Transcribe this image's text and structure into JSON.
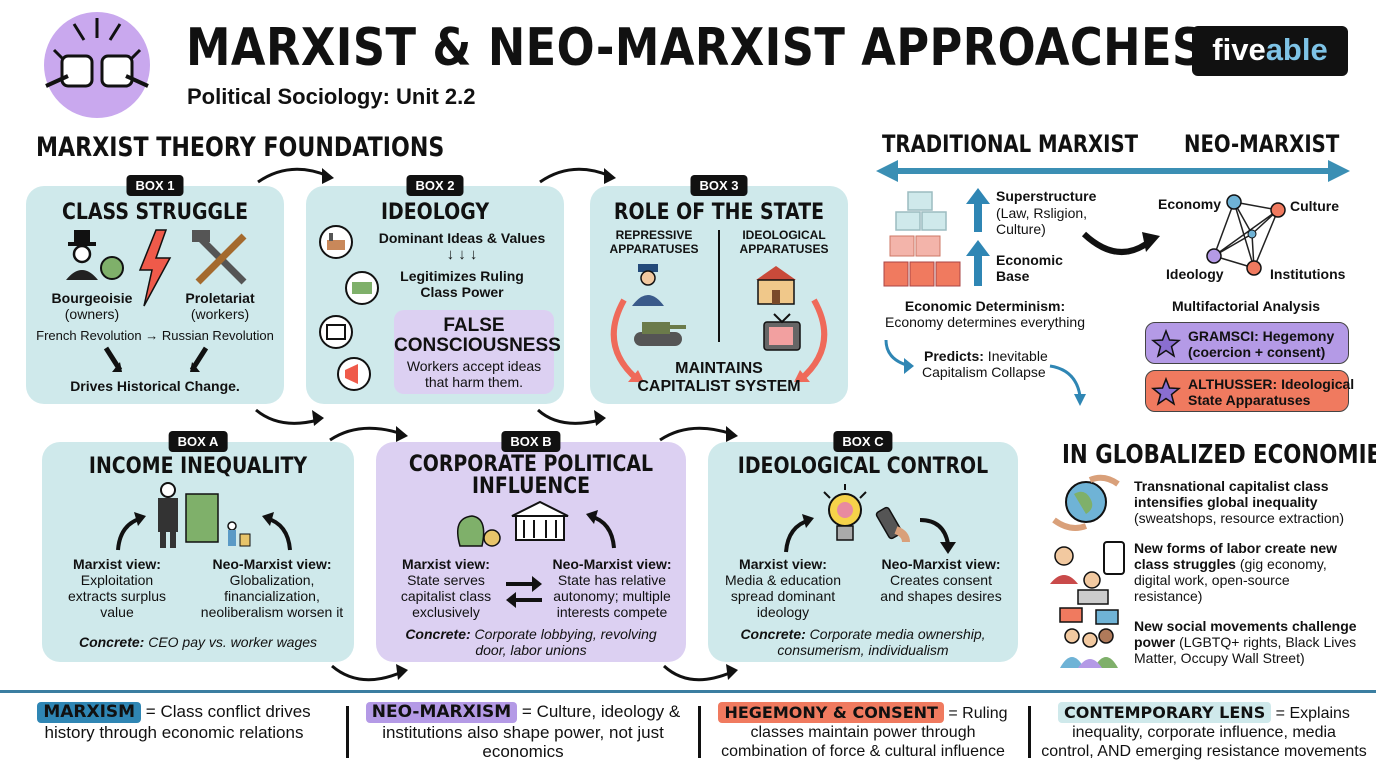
{
  "header": {
    "title": "MARXIST & NEO-MARXIST APPROACHES",
    "subtitle": "Political Sociology: Unit 2.2",
    "logo_pre": "five",
    "logo_post": "able"
  },
  "foundations": {
    "heading": "MARXIST THEORY FOUNDATIONS",
    "box1": {
      "badge": "BOX 1",
      "title": "CLASS STRUGGLE",
      "bourgeoisie": "Bourgeoisie",
      "owners": "(owners)",
      "proletariat": "Proletariat",
      "workers": "(workers)",
      "revolutions": "French Revolution → Russian Revolution",
      "result": "Drives Historical Change."
    },
    "box2": {
      "badge": "BOX 2",
      "title": "IDEOLOGY",
      "line1": "Dominant Ideas & Values",
      "arrows": "↓ ↓ ↓",
      "line2": "Legitimizes Ruling",
      "line3": "Class Power",
      "false_title1": "FALSE",
      "false_title2": "CONSCIOUSNESS",
      "false_desc1": "Workers accept ideas",
      "false_desc2": "that harm them."
    },
    "box3": {
      "badge": "BOX 3",
      "title": "ROLE OF THE STATE",
      "repressive1": "REPRESSIVE",
      "repressive2": "APPARATUSES",
      "ideological1": "IDEOLOGICAL",
      "ideological2": "APPARATUSES",
      "maintains1": "MAINTAINS",
      "maintains2": "CAPITALIST SYSTEM"
    }
  },
  "applications": {
    "boxA": {
      "badge": "BOX A",
      "title": "INCOME INEQUALITY",
      "marxist_label": "Marxist view:",
      "marxist_lines": [
        "Exploitation",
        "extracts surplus",
        "value"
      ],
      "neo_label": "Neo-Marxist view:",
      "neo_lines": [
        "Globalization,",
        "financialization,",
        "neoliberalism worsen it"
      ],
      "concrete_label": "Concrete:",
      "concrete_text": " CEO pay vs. worker wages"
    },
    "boxB": {
      "badge": "BOX B",
      "title1": "CORPORATE POLITICAL",
      "title2": "INFLUENCE",
      "marxist_label": "Marxist view:",
      "marxist_lines": [
        "State serves",
        "capitalist class",
        "exclusively"
      ],
      "neo_label": "Neo-Marxist view:",
      "neo_lines": [
        "State has relative",
        "autonomy; multiple",
        "interests compete"
      ],
      "concrete_label": "Concrete:",
      "concrete_text1": " Corporate lobbying, revolving",
      "concrete_text2": "door, labor unions"
    },
    "boxC": {
      "badge": "BOX C",
      "title": "IDEOLOGICAL CONTROL",
      "marxist_label": "Marxist view:",
      "marxist_lines": [
        "Media & education",
        "spread dominant",
        "ideology"
      ],
      "neo_label": "Neo-Marxist view:",
      "neo_lines": [
        "Creates consent",
        "and shapes desires"
      ],
      "concrete_label": "Concrete:",
      "concrete_text1": " Corporate media ownership,",
      "concrete_text2": "consumerism, individualism"
    }
  },
  "comparison": {
    "left_heading": "TRADITIONAL MARXIST",
    "right_heading": "NEO-MARXIST",
    "superstructure": "Superstructure",
    "superstructure_detail1": "(Law, Rsligion,",
    "superstructure_detail2": "Culture)",
    "economic1": "Economic",
    "economic2": "Base",
    "determinism_title": "Economic Determinism:",
    "determinism_text": "Economy determines everything",
    "predicts_label": "Predicts:",
    "predicts_text1": " Inevitable",
    "predicts_text2": "Capitalism Collapse",
    "nodes": {
      "economy": "Economy",
      "culture": "Culture",
      "ideology": "Ideology",
      "institutions": "Institutions"
    },
    "multifactorial": "Multifactorial Analysis",
    "gramsci1": "GRAMSCI: Hegemony",
    "gramsci2": "(coercion + consent)",
    "althusser1": "ALTHUSSER: Ideological",
    "althusser2": "State Apparatuses"
  },
  "globalized": {
    "heading": "IN GLOBALIZED ECONOMIES",
    "items": [
      {
        "bold1": "Transnational capitalist class",
        "bold2": "intensifies global inequality",
        "normal": "(sweatshops, resource extraction)"
      },
      {
        "bold1": "New forms of labor create new",
        "bold2": "class struggles",
        "normal_inline": " (gig economy,",
        "normal": "digital work, open-source",
        "normal2": "resistance)"
      },
      {
        "bold1": "New social movements challenge",
        "bold2": "power",
        "normal_inline": " (LGBTQ+ rights, Black Lives",
        "normal": "Matter, Occupy Wall Street)"
      }
    ]
  },
  "footer": {
    "items": [
      {
        "key": "MARXISM",
        "text1": " = Class conflict drives",
        "text2": "history through economic relations",
        "color": "#2f86b4"
      },
      {
        "key": "NEO-MARXISM",
        "text1": " = Culture, ideology &",
        "text2": "institutions also shape power, not just",
        "text3": "economics",
        "color": "#b49ae6"
      },
      {
        "key": "HEGEMONY & CONSENT",
        "text1": " = Ruling",
        "text2": "classes maintain power through",
        "text3": "combination of force & cultural influence",
        "color": "#f07a5f"
      },
      {
        "key": "CONTEMPORARY LENS",
        "text1": " = Explains",
        "text2": "inequality, corporate influence, media",
        "text3": "control, AND emerging resistance movements",
        "color": "#cfe9eb"
      }
    ]
  },
  "colors": {
    "teal_box": "#cfe9eb",
    "purple_box": "#dcd0f2",
    "accent_blue": "#3b7ea1",
    "coral": "#f07a5f",
    "purple": "#b49ae6"
  }
}
